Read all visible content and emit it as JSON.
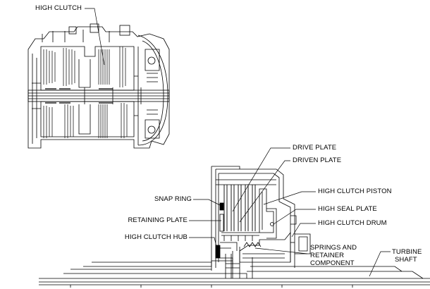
{
  "labels": {
    "high_clutch": "HIGH CLUTCH",
    "drive_plate": "DRIVE PLATE",
    "driven_plate": "DRIVEN PLATE",
    "snap_ring": "SNAP RING",
    "high_clutch_piston": "HIGH CLUTCH PISTON",
    "high_seal_plate": "HIGH SEAL PLATE",
    "retaining_plate": "RETAINING PLATE",
    "high_clutch_drum": "HIGH CLUTCH DRUM",
    "high_clutch_hub": "HIGH CLUTCH HUB",
    "springs_line1": "SPRINGS AND",
    "springs_line2": "RETAINER",
    "springs_line3": "COMPONENT",
    "turbine_line1": "TURBINE",
    "turbine_line2": "SHAFT"
  },
  "colors": {
    "ink": "#000000",
    "background": "#ffffff"
  }
}
